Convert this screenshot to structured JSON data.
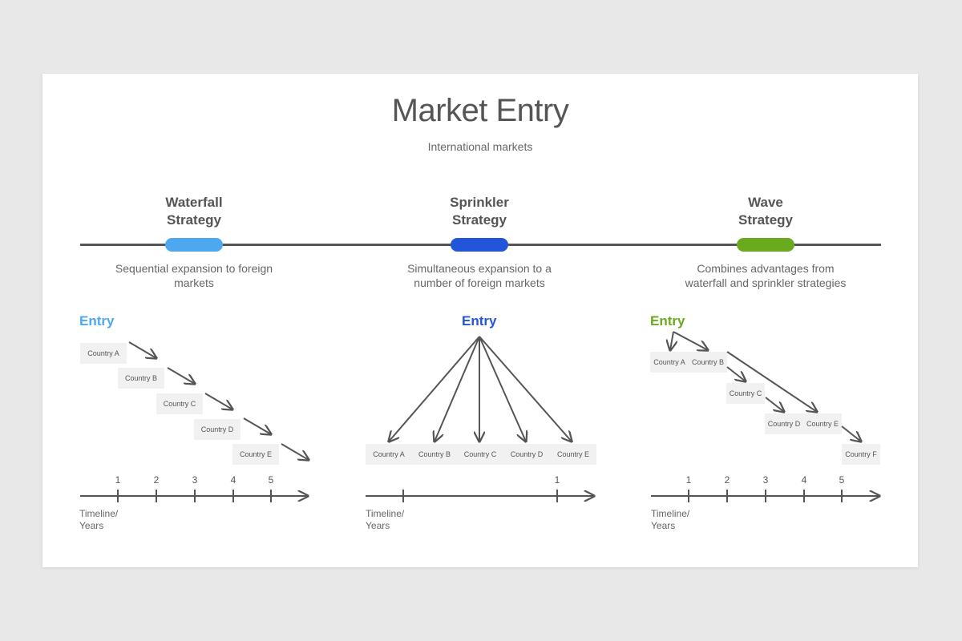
{
  "slide": {
    "title": "Market Entry",
    "subtitle": "International markets"
  },
  "colors": {
    "waterfall": "#4ea8f0",
    "sprinkler": "#2355d8",
    "wave": "#6aaa1e",
    "line": "#555555",
    "box_bg": "#f1f1f1"
  },
  "strategies": [
    {
      "title_line1": "Waterfall",
      "title_line2": "Strategy",
      "desc_line1": "Sequential expansion to foreign",
      "desc_line2": "markets",
      "entry_label": "Entry",
      "countries": [
        "Country A",
        "Country B",
        "Country C",
        "Country D",
        "Country E"
      ],
      "ticks": [
        "1",
        "2",
        "3",
        "4",
        "5"
      ],
      "timeline_line1": "Timeline/",
      "timeline_line2": "Years"
    },
    {
      "title_line1": "Sprinkler",
      "title_line2": "Strategy",
      "desc_line1": "Simultaneous expansion to a",
      "desc_line2": "number of foreign markets",
      "entry_label": "Entry",
      "countries": [
        "Country A",
        "Country B",
        "Country C",
        "Country D",
        "Country E"
      ],
      "ticks": [
        "1"
      ],
      "timeline_line1": "Timeline/",
      "timeline_line2": "Years"
    },
    {
      "title_line1": "Wave",
      "title_line2": "Strategy",
      "desc_line1": "Combines advantages from",
      "desc_line2": "waterfall and sprinkler strategies",
      "entry_label": "Entry",
      "countries": [
        "Country A",
        "Country B",
        "Country C",
        "Country D",
        "Country E",
        "Country F"
      ],
      "ticks": [
        "1",
        "2",
        "3",
        "4",
        "5"
      ],
      "timeline_line1": "Timeline/",
      "timeline_line2": "Years"
    }
  ]
}
